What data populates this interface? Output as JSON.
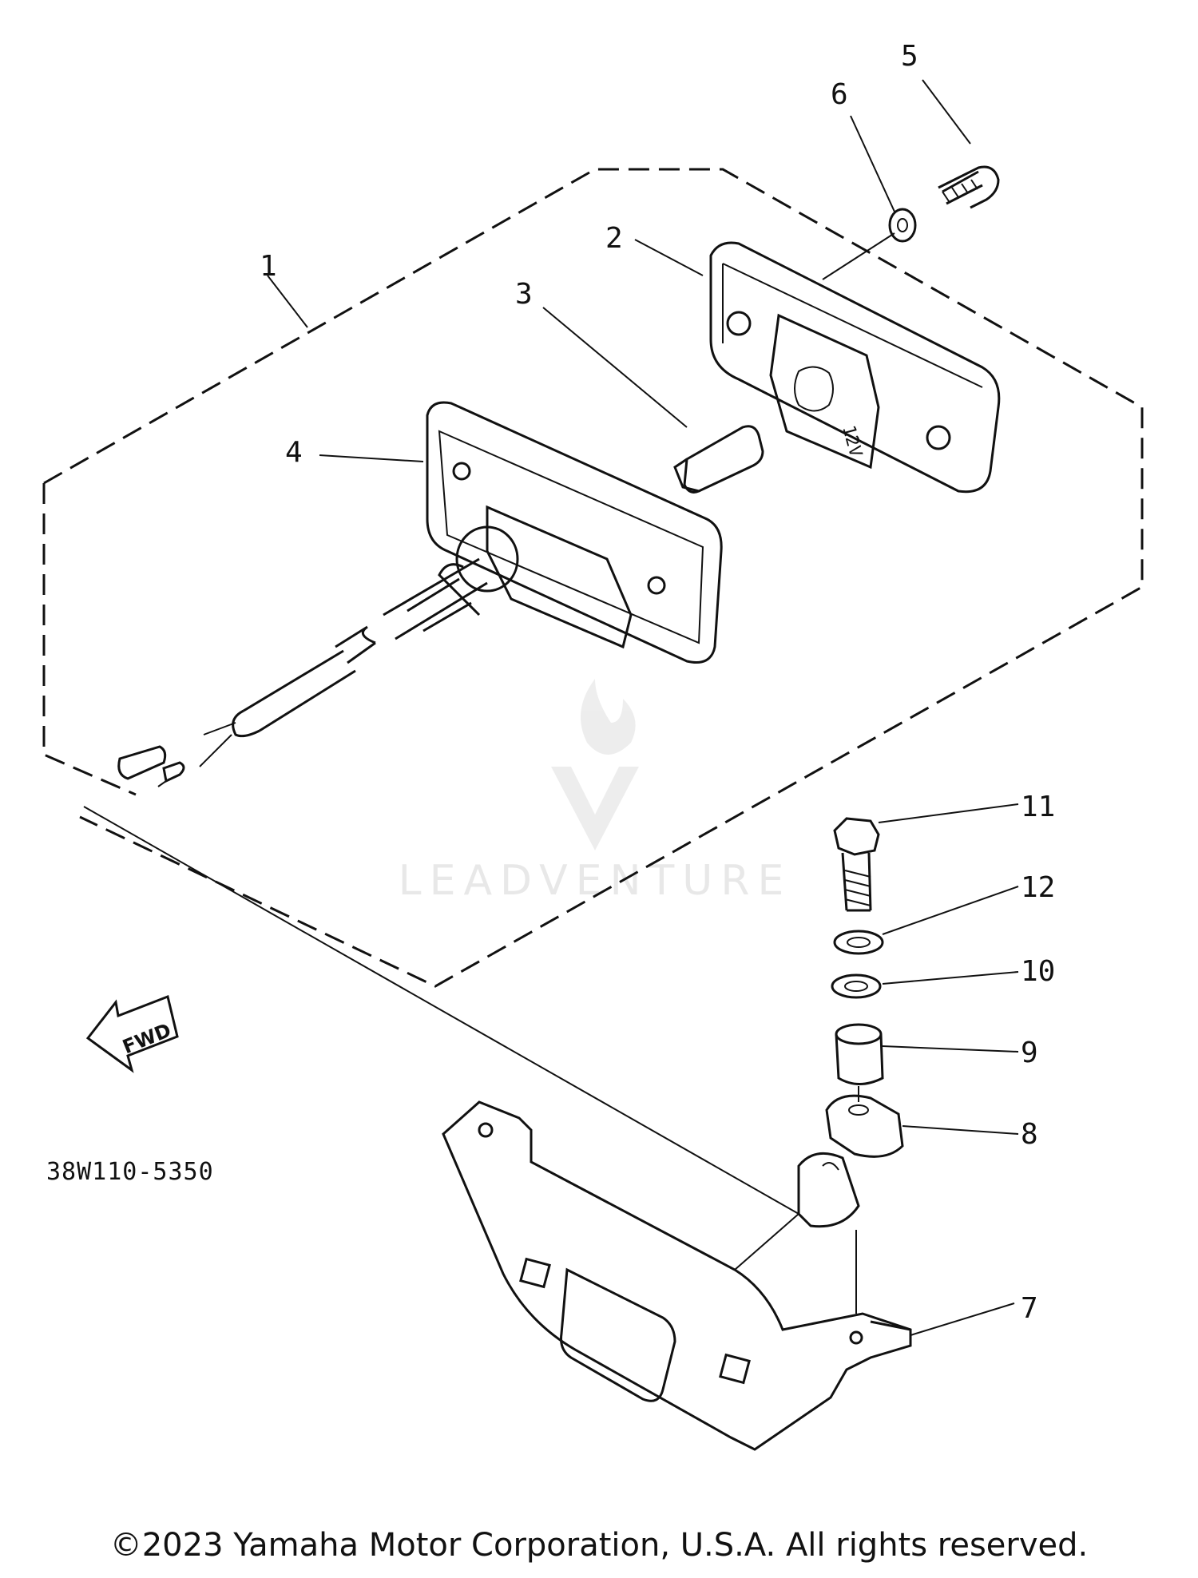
{
  "part_number": "38W110-5350",
  "fwd_label": "FWD",
  "lamp_voltage": "12V",
  "watermark": "LEADVENTURE",
  "copyright": "©2023 Yamaha Motor Corporation, U.S.A. All rights reserved.",
  "callouts": [
    "1",
    "2",
    "3",
    "4",
    "5",
    "6",
    "7",
    "8",
    "9",
    "10",
    "11",
    "12"
  ]
}
